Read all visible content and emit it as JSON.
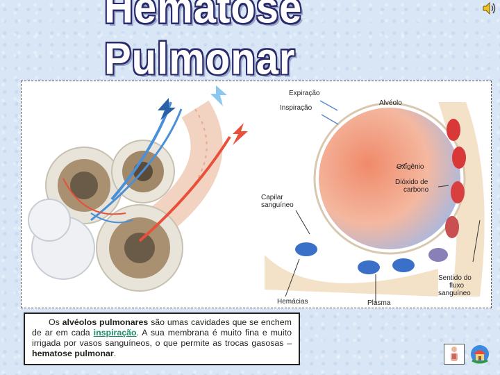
{
  "title": "Hematose Pulmonar",
  "figure": {
    "labels": {
      "expiration": "Expiração",
      "inspiration": "Inspiração",
      "alveolus": "Alvéolo",
      "oxygen": "Oxigênio",
      "carbon_dioxide_1": "Dióxido de",
      "carbon_dioxide_2": "carbono",
      "capillary_1": "Capilar",
      "capillary_2": "sanguíneo",
      "flow_1": "Sentido do",
      "flow_2": "fluxo",
      "flow_3": "sanguíneo",
      "red_cells": "Hemácias",
      "plasma": "Plasma"
    }
  },
  "caption": {
    "part1": "Os",
    "bold1": "alvéolos pulmonares",
    "part2": "são umas cavidades que se enchem de ar em cada",
    "link": "inspiração",
    "part3": ". A sua membrana é muito fina e muito irrigada por vasos sanguíneos, o que permite as trocas gasosas –",
    "bold2": "hematose pulmonar",
    "part4": "."
  },
  "icons": {
    "speaker": "speaker-icon",
    "person": "person-icon",
    "home": "home-icon"
  }
}
